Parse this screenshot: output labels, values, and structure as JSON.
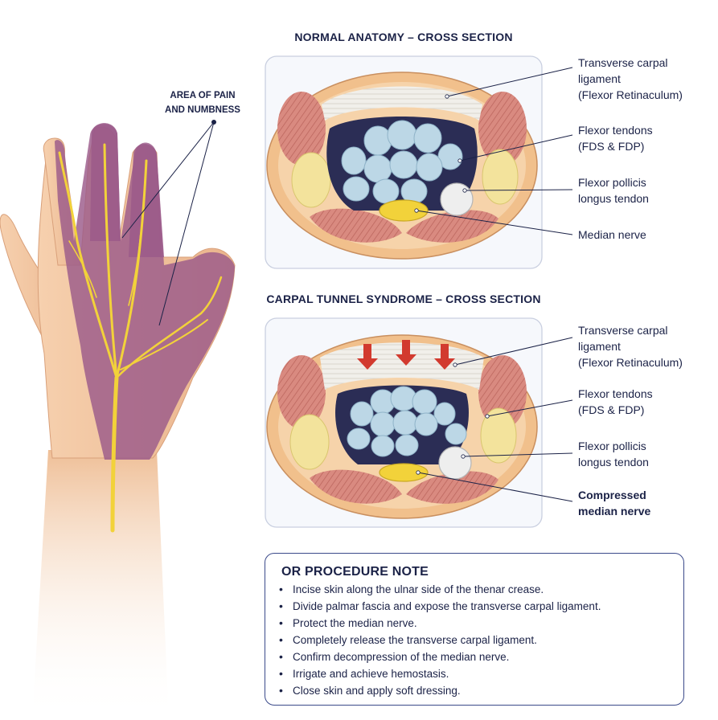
{
  "hand": {
    "pain_label_line1": "AREA OF PAIN",
    "pain_label_line2": "AND NUMBNESS"
  },
  "normal": {
    "title": "NORMAL ANATOMY – CROSS SECTION",
    "labels": {
      "ligament_l1": "Transverse carpal",
      "ligament_l2": "ligament",
      "ligament_l3": "(Flexor Retinaculum)",
      "tendons_l1": "Flexor tendons",
      "tendons_l2": "(FDS & FDP)",
      "fpl_l1": "Flexor pollicis",
      "fpl_l2": "longus tendon",
      "nerve": "Median nerve"
    }
  },
  "cts": {
    "title": "CARPAL TUNNEL SYNDROME – CROSS SECTION",
    "labels": {
      "ligament_l1": "Transverse carpal",
      "ligament_l2": "ligament",
      "ligament_l3": "(Flexor Retinaculum)",
      "tendons_l1": "Flexor tendons",
      "tendons_l2": "(FDS & FDP)",
      "fpl_l1": "Flexor pollicis",
      "fpl_l2": "longus tendon",
      "nerve_l1": "Compressed",
      "nerve_l2": "median nerve"
    }
  },
  "procedure": {
    "title": "OR PROCEDURE NOTE",
    "steps": [
      "Incise skin along the ulnar side of the thenar crease.",
      "Divide palmar fascia and expose the transverse carpal ligament.",
      "Protect the median nerve.",
      "Completely release the transverse carpal ligament.",
      "Confirm decompression of the median nerve.",
      "Irrigate and achieve hemostasis.",
      "Close skin and apply soft dressing."
    ]
  },
  "colors": {
    "skin": "#f2c39b",
    "numb_area": "#9b5a8a",
    "nerve": "#f2d23a",
    "tendon": "#bcd7e6",
    "muscle": "#d98a80",
    "fat": "#f3e39c",
    "arrow": "#d23a2f",
    "ink": "#1b2247"
  }
}
